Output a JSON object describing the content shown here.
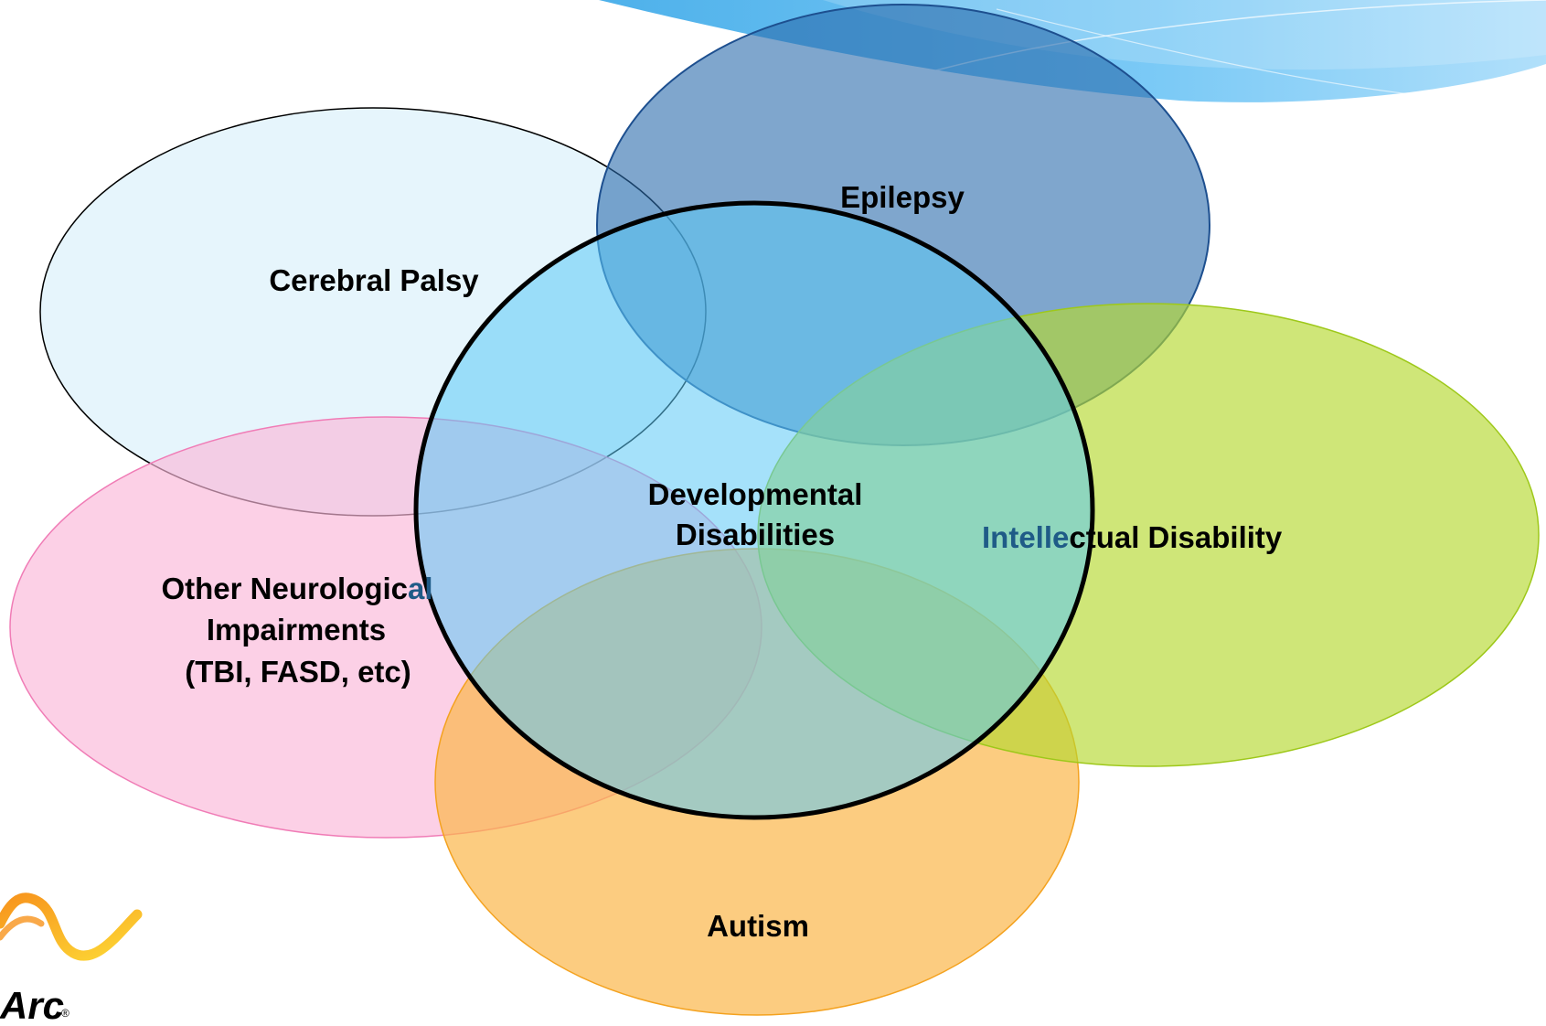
{
  "diagram": {
    "center": {
      "label_line1": "Developmental",
      "label_line2": "Disabilities"
    },
    "circles": {
      "epilepsy": "Epilepsy",
      "cerebral_palsy": "Cerebral Palsy",
      "intellectual_part1": "Intelle",
      "intellectual_part2": "ctual Disability",
      "other_line1_part1": "Other Neurologic",
      "other_line1_part2": "al",
      "other_line2": "Impairments",
      "other_line3": "(TBI, FASD, etc)",
      "autism": "Autism"
    },
    "colors": {
      "cerebral_palsy_fill": "#e2f3fb",
      "epilepsy_fill": "#2a6aac",
      "intellectual_fill": "#b5d92f",
      "other_neuro_fill": "#fbb7d8",
      "autism_fill": "#fbb74a",
      "center_fill": "#5bc8f5",
      "accent_text": "#1f5b87"
    }
  },
  "logo": {
    "text": "Arc",
    "registered": "®"
  }
}
